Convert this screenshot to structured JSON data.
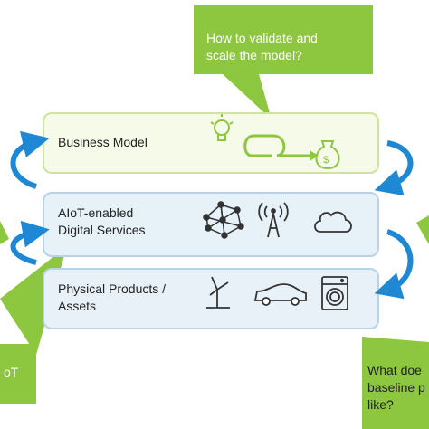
{
  "colors": {
    "callout_green": "#8dc63f",
    "arrow_blue": "#1e88d4",
    "icon_green": "#8dc63f",
    "icon_dark": "#333333"
  },
  "callouts": {
    "top": "How to validate and\nscale the model?",
    "bottom_left": "oT",
    "bottom_right": "What doe\nbaseline p\nlike?"
  },
  "layers": [
    {
      "label": "Business Model",
      "icons": [
        "lightbulb-icon",
        "cycle-arrow-icon",
        "money-bag-icon"
      ]
    },
    {
      "label": "AIoT-enabled\nDigital Services",
      "icons": [
        "neural-network-icon",
        "radio-tower-icon",
        "cloud-icon"
      ]
    },
    {
      "label": "Physical Products /\nAssets",
      "icons": [
        "wind-turbine-icon",
        "car-icon",
        "washing-machine-icon"
      ]
    }
  ]
}
